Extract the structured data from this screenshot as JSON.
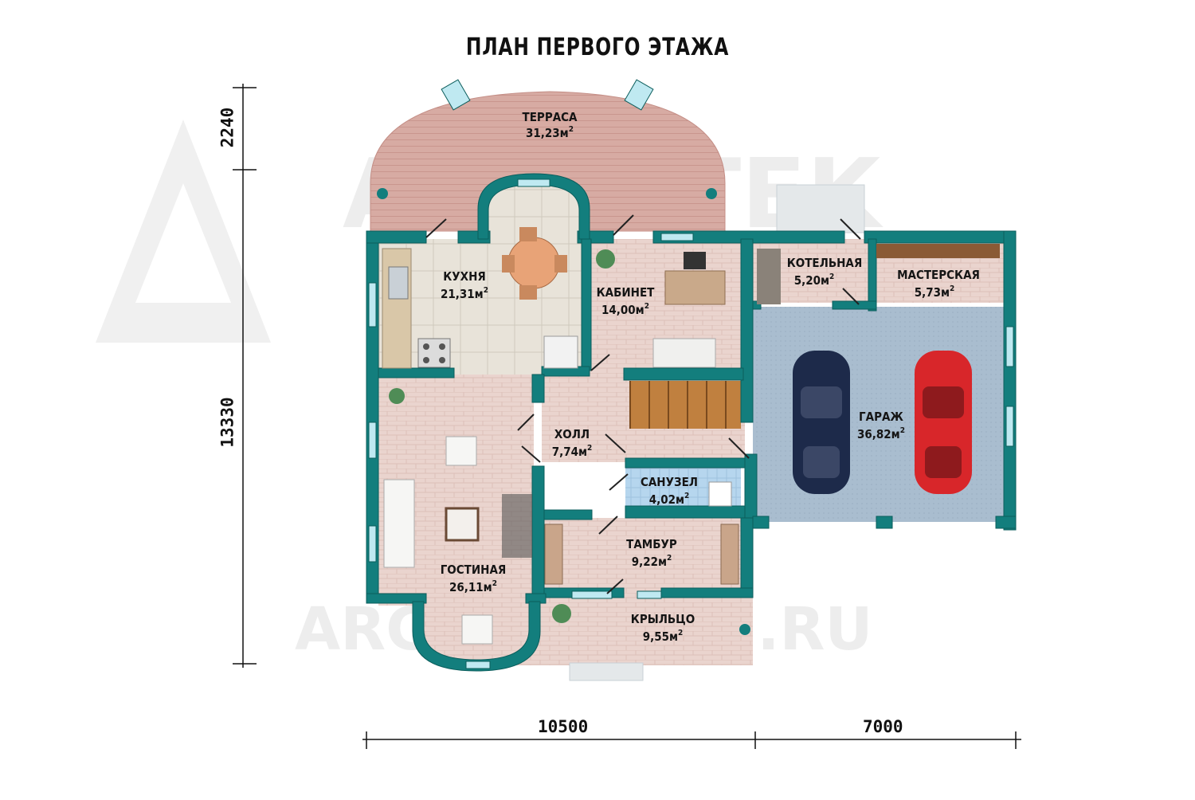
{
  "title": "ПЛАН ПЕРВОГО ЭТАЖА",
  "watermark": {
    "brand": "ARCHITEK",
    "site": "ARCHITEKSPB.RU"
  },
  "dimensions": {
    "left_top": "2240",
    "left_main": "13330",
    "bottom_left": "10500",
    "bottom_right": "7000"
  },
  "rooms": {
    "terrace": {
      "name": "ТЕРРАСА",
      "area": "31,23м",
      "sup": "2"
    },
    "kitchen": {
      "name": "КУХНЯ",
      "area": "21,31м",
      "sup": "2"
    },
    "office": {
      "name": "КАБИНЕТ",
      "area": "14,00м",
      "sup": "2"
    },
    "boiler": {
      "name": "КОТЕЛЬНАЯ",
      "area": "5,20м",
      "sup": "2"
    },
    "workshop": {
      "name": "МАСТЕРСКАЯ",
      "area": "5,73м",
      "sup": "2"
    },
    "hall": {
      "name": "ХОЛЛ",
      "area": "7,74м",
      "sup": "2"
    },
    "garage": {
      "name": "ГАРАЖ",
      "area": "36,82м",
      "sup": "2"
    },
    "bathroom": {
      "name": "САНУЗЕЛ",
      "area": "4,02м",
      "sup": "2"
    },
    "vestibule": {
      "name": "ТАМБУР",
      "area": "9,22м",
      "sup": "2"
    },
    "living": {
      "name": "ГОСТИНАЯ",
      "area": "26,11м",
      "sup": "2"
    },
    "porch": {
      "name": "КРЫЛЬЦО",
      "area": "9,55м",
      "sup": "2"
    }
  },
  "colors": {
    "wall": "#0f7d7c",
    "terrace": "#d6a9a1",
    "floor": "#e9d2cc",
    "kitchen_tile": "#e6e2d8",
    "garage": "#a9bccd",
    "bath": "#b7d5ec",
    "stairs": "#b8773f",
    "car_blue": "#1d2a4a",
    "car_red": "#d8262a"
  }
}
